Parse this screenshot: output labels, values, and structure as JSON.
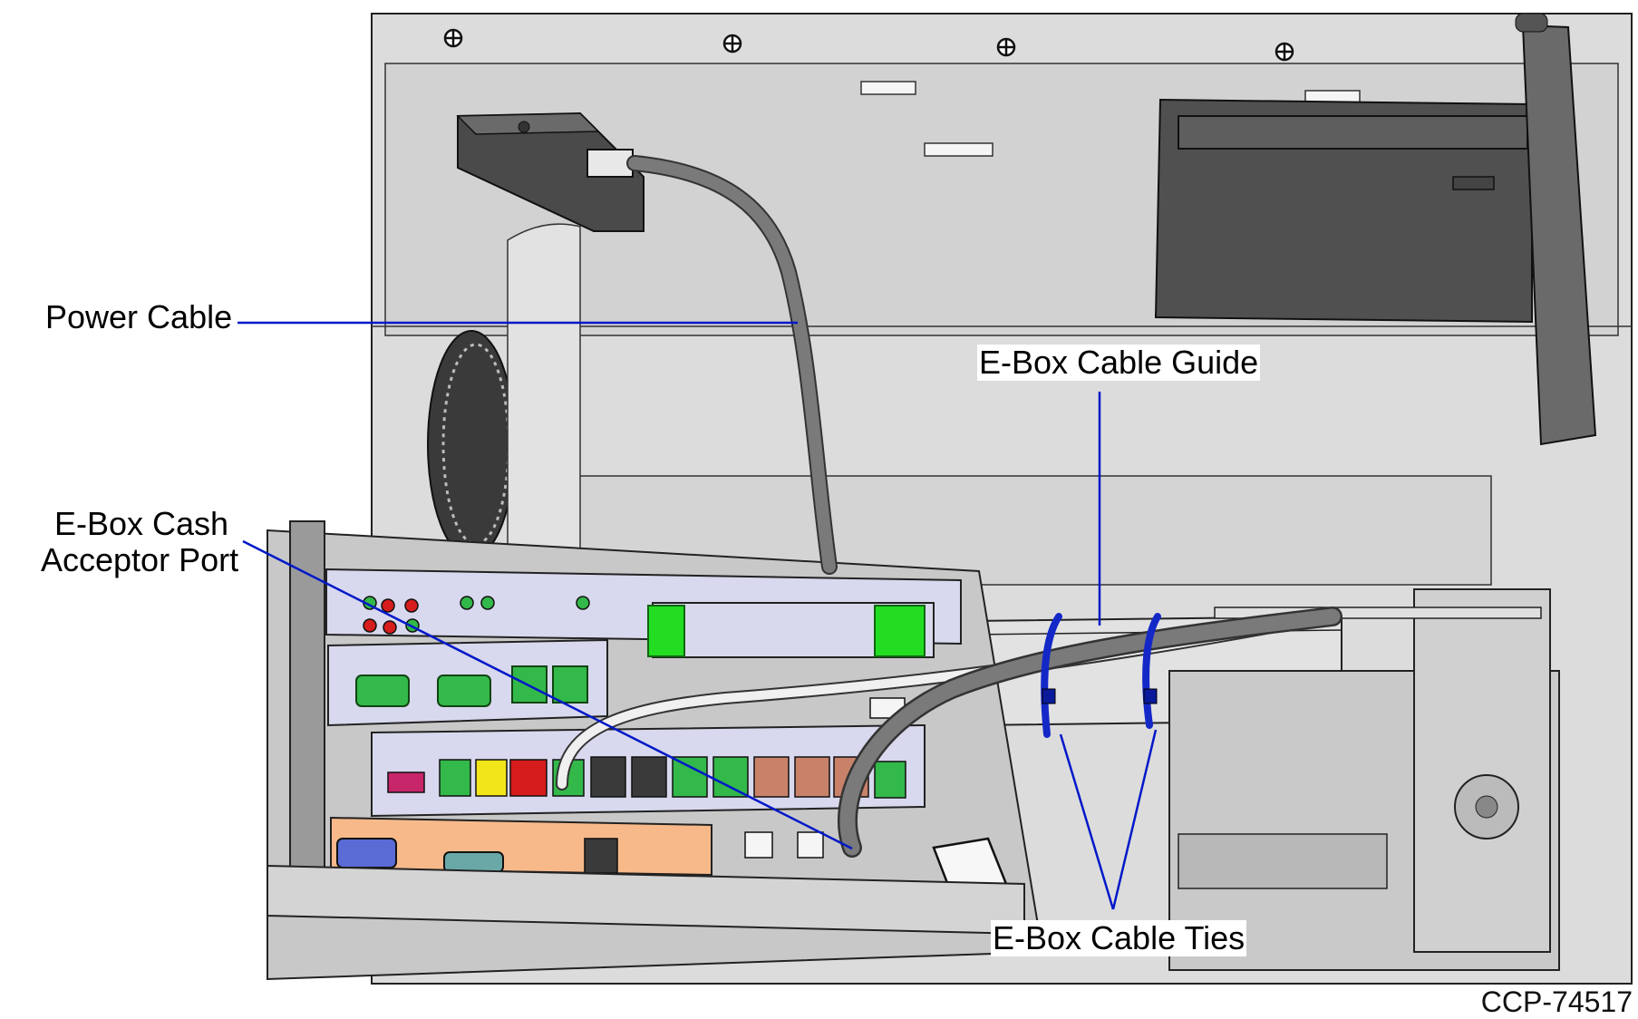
{
  "labels": {
    "power_cable": "Power Cable",
    "cash_acceptor_line1": "E-Box Cash",
    "cash_acceptor_line2": "Acceptor Port",
    "cable_guide": "E-Box Cable Guide",
    "cable_ties": "E-Box Cable Ties"
  },
  "figure_id": "CCP-74517",
  "colors": {
    "leader_line": "#0018c8",
    "panel_gray": "#d9d9d9",
    "dark_part": "#4a4a4a",
    "cable_gray": "#7a7a7a",
    "cable_white": "#f0f0f0",
    "port_green": "#33b84a",
    "connector_green": "#22dd22",
    "port_yellow": "#f2e51a",
    "port_red": "#d61c1c",
    "port_copper": "#c8826a",
    "io_panel_orange": "#f7b98a",
    "blue_port": "#5a6bd6",
    "board_lavender": "#d8d8ee"
  }
}
